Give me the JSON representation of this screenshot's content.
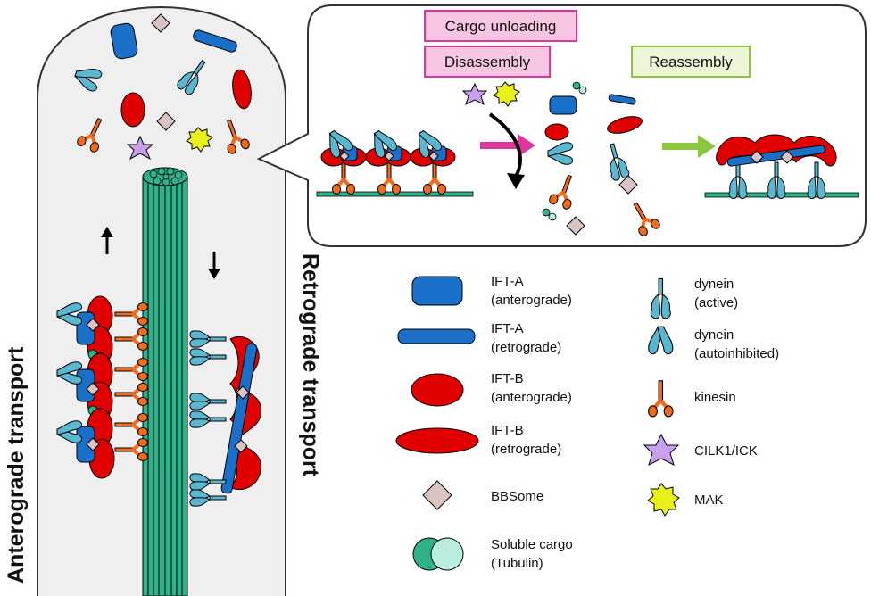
{
  "side_labels": {
    "anterograde": "Anterograde transport",
    "retrograde": "Retrograde transport"
  },
  "steps": {
    "cargo_unloading": "Cargo unloading",
    "disassembly": "Disassembly",
    "reassembly": "Reassembly"
  },
  "legend": {
    "ifta_antero": [
      "IFT-A",
      "(anterograde)"
    ],
    "ifta_retro": [
      "IFT-A",
      "(retrograde)"
    ],
    "iftb_antero": [
      "IFT-B",
      "(anterograde)"
    ],
    "iftb_retro": [
      "IFT-B",
      "(retrograde)"
    ],
    "bbsome": [
      "BBSome"
    ],
    "cargo": [
      "Soluble cargo",
      "(Tubulin)"
    ],
    "dynein_active": [
      "dynein",
      "(active)"
    ],
    "dynein_auto": [
      "dynein",
      "(autoinhibited)"
    ],
    "kinesin": [
      "kinesin"
    ],
    "cilk1": [
      "CILK1/ICK"
    ],
    "mak": [
      "MAK"
    ]
  },
  "colors": {
    "ift_a": "#1a6fc9",
    "ift_b": "#e00000",
    "microtubule": "#2fb28a",
    "dynein": "#5bb7d0",
    "kinesin": "#f26a1b",
    "bbsome": "#d9c3c3",
    "cilk1": "#c8a0ee",
    "mak": "#e9f01a",
    "cilium": "#efefef",
    "magenta_box": "#e0359b",
    "green_box": "#8cc63f"
  }
}
